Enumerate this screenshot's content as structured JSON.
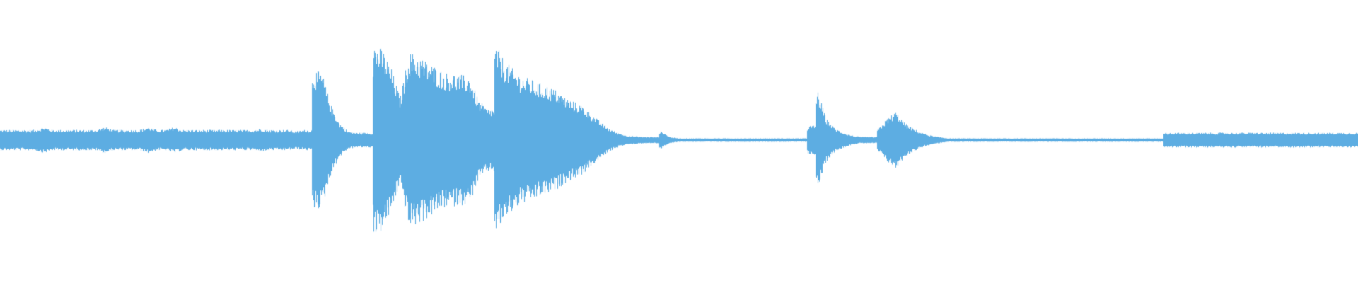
{
  "waveform": {
    "color": "#5DADE2",
    "background": "#FFFFFF",
    "amplitude_envelope_equal_time_steps": [
      0.07,
      0.07,
      0.07,
      0.07,
      0.07,
      0.09,
      0.07,
      0.07,
      0.07,
      0.07,
      0.07,
      0.07,
      0.09,
      0.07,
      0.07,
      0.07,
      0.07,
      0.09,
      0.07,
      0.07,
      0.09,
      0.07,
      0.07,
      0.07,
      0.07,
      0.07,
      0.07,
      0.07,
      0.07,
      0.07,
      0.08,
      0.07,
      0.07,
      0.07,
      0.06,
      0.07,
      0.49,
      0.48,
      0.25,
      0.12,
      0.06,
      0.05,
      0.05,
      0.68,
      0.64,
      0.5,
      0.3,
      0.62,
      0.6,
      0.56,
      0.52,
      0.48,
      0.47,
      0.46,
      0.45,
      0.28,
      0.22,
      0.67,
      0.56,
      0.5,
      0.45,
      0.43,
      0.4,
      0.38,
      0.35,
      0.3,
      0.27,
      0.24,
      0.18,
      0.13,
      0.08,
      0.05,
      0.03,
      0.025,
      0.02,
      0.02,
      0.06,
      0.02,
      0.01,
      0.01,
      0.01,
      0.01,
      0.01,
      0.01,
      0.01,
      0.01,
      0.01,
      0.01,
      0.01,
      0.01,
      0.01,
      0.01,
      0.01,
      0.1,
      0.35,
      0.15,
      0.08,
      0.05,
      0.03,
      0.02,
      0.02,
      0.08,
      0.15,
      0.2,
      0.12,
      0.08,
      0.05,
      0.03,
      0.02,
      0.01,
      0.01,
      0.01,
      0.01,
      0.01,
      0.01,
      0.01,
      0.01,
      0.01,
      0.01,
      0.01,
      0.01,
      0.01,
      0.01,
      0.01,
      0.01,
      0.01,
      0.01,
      0.01,
      0.01,
      0.01,
      0.01,
      0.01,
      0.01,
      0.01,
      0.05,
      0.05,
      0.05,
      0.05,
      0.05,
      0.05,
      0.05,
      0.05,
      0.05,
      0.05,
      0.05,
      0.05,
      0.05,
      0.05,
      0.05,
      0.05,
      0.05,
      0.05,
      0.05,
      0.05,
      0.05,
      0.05,
      0.05
    ]
  }
}
